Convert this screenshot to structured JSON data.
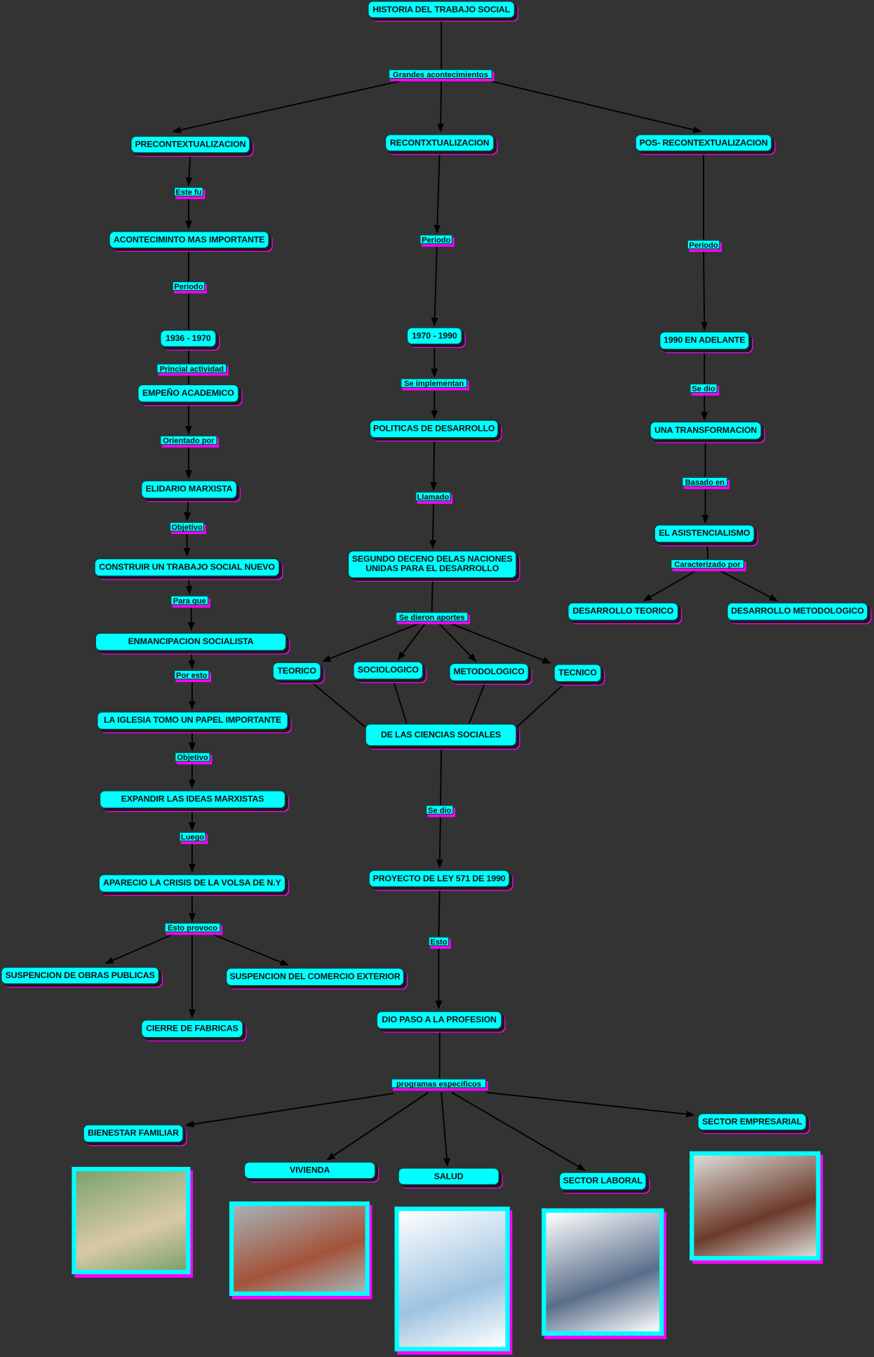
{
  "title": "HISTORIA DEL TRABAJO SOCIAL",
  "nodes": {
    "grandes": "Grandes acontecimientos",
    "pre": "PRECONTEXTUALIZACION",
    "recon": "RECONTXTUALIZACION",
    "pos": "POS- RECONTEXTUALIZACION",
    "estefu": "Este fu",
    "acon": "ACONTECIMINTO MAS IMPORTANTE",
    "periodo1": "Periodo",
    "y1936": "1936 - 1970",
    "princial": "Princial actividad",
    "empeno": "EMPEÑO ACADEMICO",
    "orientado": "Orientado por",
    "elidario": "ELIDARIO MARXISTA",
    "objetivo1": "Objetivo",
    "construir": "CONSTRUIR UN TRABAJO SOCIAL NUEVO",
    "paraque": "Para que",
    "enman": "ENMANCIPACION SOCIALISTA",
    "poresto": "Por esto",
    "iglesia": "LA  IGLESIA TOMO UN PAPEL IMPORTANTE",
    "objetivo2": "Objetivo",
    "expandir": "EXPANDIR LAS IDEAS MARXISTAS",
    "luego": "Luego",
    "crisis": "APARECIO LA CRISIS DE LA VOLSA DE N.Y",
    "provoco": "Esto provoco",
    "obras": "SUSPENCION DE OBRAS PUBLICAS",
    "comercio": "SUSPENCION DEL COMERCIO EXTERIOR",
    "fabricas": "CIERRE DE FABRICAS",
    "periodo2": "Periodo",
    "y1970": "1970 - 1990",
    "implementan": "Se implementan",
    "politicas": "POLITICAS DE DESARROLLO",
    "llamado": "Llamado",
    "segundo": "SEGUNDO DECENO DELAS NACIONES UNIDAS PARA EL DESARROLLO",
    "aportes": "Se dieron aportes",
    "teorico": "TEORICO",
    "socio": "SOCIOLOGICO",
    "meto": "METODOLOGICO",
    "tecnico": "TECNICO",
    "ciencias": "DE LAS CIENCIAS SOCIALES",
    "sedio1": "Se dio",
    "proyecto": "PROYECTO DE LEY 571 DE 1990",
    "esto": "Esto",
    "diopaso": "DIO PASO A LA PROFESION",
    "programas": "programas especificos",
    "periodo3": "Periodo",
    "y1990": "1990 EN ADELANTE",
    "sedio2": "Se dio",
    "transf": "UNA TRANSFORMACION",
    "basado": "Basado en",
    "asist": "EL ASISTENCIALISMO",
    "caract": "Caracterizado por",
    "desteo": "DESARROLLO TEORICO",
    "desmet": "DESARROLLO METODOLOGICO",
    "bienestar": "BIENESTAR FAMILIAR",
    "vivienda": "VIVIENDA",
    "salud": "SALUD",
    "laboral": "SECTOR LABORAL",
    "empresarial": "SECTOR EMPRESARIAL"
  },
  "photos": [
    "bienestar-familiar-photo",
    "vivienda-photo",
    "salud-photo",
    "sector-laboral-photo",
    "sector-empresarial-photo"
  ],
  "colors": {
    "node": "#00ffff",
    "shadow": "#ff00ff",
    "background": "#333333"
  }
}
